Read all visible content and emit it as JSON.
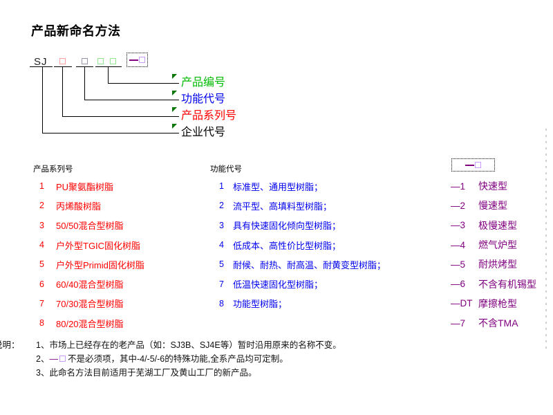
{
  "title": "产品新命名方法",
  "colors": {
    "series_red": "#FF0000",
    "function_blue": "#0000EE",
    "product_code_green": "#00BB00",
    "suffix_purple": "#800080",
    "pink_box_outline": "#FF9F9F",
    "gray_box_outline": "#9494AD",
    "green_box_outline": "#8FE88F",
    "light_purple_box_outline": "#CC99FF",
    "error_triangle_green": "#007600",
    "page_break_gray": "#D0D0D0"
  },
  "diagram": {
    "company_prefix": "SJ",
    "optional_dash": "—",
    "labels": {
      "product_code": "产品编号",
      "function_code": "功能代号",
      "series_code": "产品系列号",
      "company_code": "企业代号"
    }
  },
  "series_column": {
    "header": "产品系列号",
    "items": [
      {
        "num": "1",
        "text": "PU聚氨酯树脂"
      },
      {
        "num": "2",
        "text": "丙烯酸树脂"
      },
      {
        "num": "3",
        "text": "50/50混合型树脂"
      },
      {
        "num": "4",
        "text": "户外型TGIC固化树脂"
      },
      {
        "num": "5",
        "text": "户外型Primid固化树脂"
      },
      {
        "num": "6",
        "text": "60/40混合型树脂"
      },
      {
        "num": "7",
        "text": "70/30混合型树脂"
      },
      {
        "num": "8",
        "text": "80/20混合型树脂"
      }
    ]
  },
  "function_column": {
    "header": "功能代号",
    "items": [
      {
        "num": "1",
        "text": "标准型、通用型树脂；"
      },
      {
        "num": "2",
        "text": "流平型、高填料型树脂；"
      },
      {
        "num": "3",
        "text": "具有快速固化倾向型树脂；"
      },
      {
        "num": "4",
        "text": "低成本、高性价比型树脂；"
      },
      {
        "num": "5",
        "text": "耐候、耐热、耐高温、耐黄变型树脂；"
      },
      {
        "num": "7",
        "text": "低温快速固化型树脂；"
      },
      {
        "num": "8",
        "text": "功能型树脂；"
      }
    ]
  },
  "suffix_column": {
    "header_dash": "—",
    "items": [
      {
        "code": "—1",
        "text": "快速型"
      },
      {
        "code": "—2",
        "text": "慢速型"
      },
      {
        "code": "—3",
        "text": "极慢速型"
      },
      {
        "code": "—4",
        "text": "燃气炉型"
      },
      {
        "code": "—5",
        "text": "耐烘烤型"
      },
      {
        "code": "—6",
        "text": "不含有机锡型"
      },
      {
        "code": "—DT",
        "text": "摩擦枪型"
      },
      {
        "code": "—7",
        "text": "不含TMA"
      }
    ]
  },
  "notes": {
    "label": "说明：",
    "note1": "1、市场上已经存在的老产品（如：SJ3B、SJ4E等）暂时沿用原来的名称不变。",
    "note2_prefix": "2、",
    "note2_dash": "—",
    "note2_rest": "不是必须项，其中-4/-5/-6的特殊功能,全系产品均可定制。",
    "note3": "3、此命名方法目前适用于芜湖工厂及黄山工厂的新产品。"
  }
}
